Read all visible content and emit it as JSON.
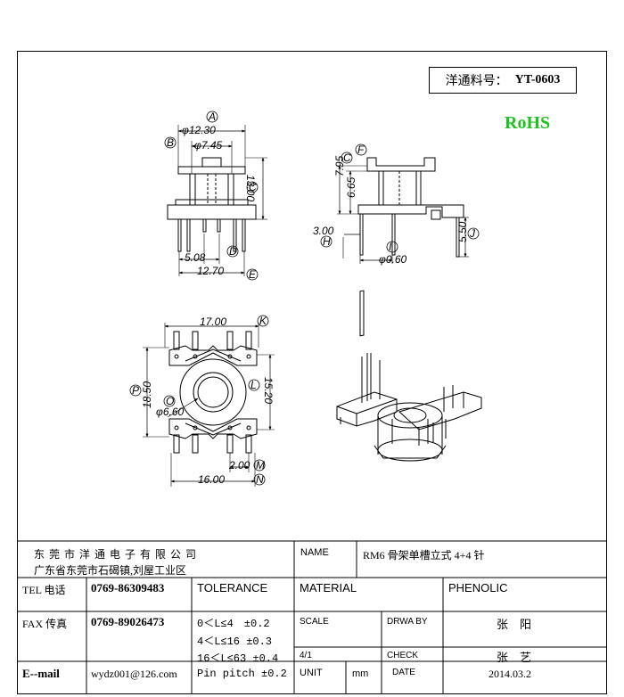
{
  "header": {
    "part_label": "洋通料号：",
    "part_number": "YT-0603",
    "rohs": "RoHS"
  },
  "dims": {
    "a": "A",
    "b": "B",
    "c": "C",
    "d": "D",
    "e": "E",
    "f": "F",
    "h": "H",
    "i": "I",
    "j": "J",
    "k": "K",
    "l": "L",
    "m": "M",
    "n": "N",
    "o": "O",
    "p": "P",
    "a_val": "φ12.30",
    "b_val": "φ7.45",
    "c_val": "13.00",
    "d_val": "5.08",
    "e_val": "12.70",
    "side_795": "7.95",
    "side_665": "6.65",
    "side_300": "3.00",
    "side_060": "φ0.60",
    "side_550": "5.50",
    "k_val": "17.00",
    "p_val": "18.50",
    "l_val": "15.20",
    "o_val": "φ6.60",
    "m_val": "2.00",
    "n_val": "16.00"
  },
  "title_block": {
    "company": "东 莞 市 洋 通 电 子 有 限 公 司",
    "address": "广东省东莞市石碣镇,刘屋工业区",
    "name_label": "NAME",
    "name_value": "RM6 骨架单槽立式 4+4 针",
    "tel_label": "TEL 电话",
    "tel_value": "0769-86309483",
    "tolerance_label": "TOLERANCE",
    "material_label": "MATERIAL",
    "material_value": "PHENOLIC",
    "fax_label": "FAX 传真",
    "fax_value": "0769-89026473",
    "tol1": "0＜L≤4　±0.2",
    "tol2": "4＜L≤16 ±0.3",
    "tol3": "16＜L≤63 ±0.4",
    "tol4": "Pin pitch ±0.2",
    "scale_label": "SCALE",
    "scale_value": "4/1",
    "drawby_label": "DRWA BY",
    "drawby_value": "张　阳",
    "check_label": "CHECK",
    "check_value": "张　艺",
    "email_label": "E--mail",
    "email_value": "wydz001@126.com",
    "unit_label": "UNIT",
    "unit_value": "mm",
    "date_label": "DATE",
    "date_value": "2014.03.2"
  }
}
